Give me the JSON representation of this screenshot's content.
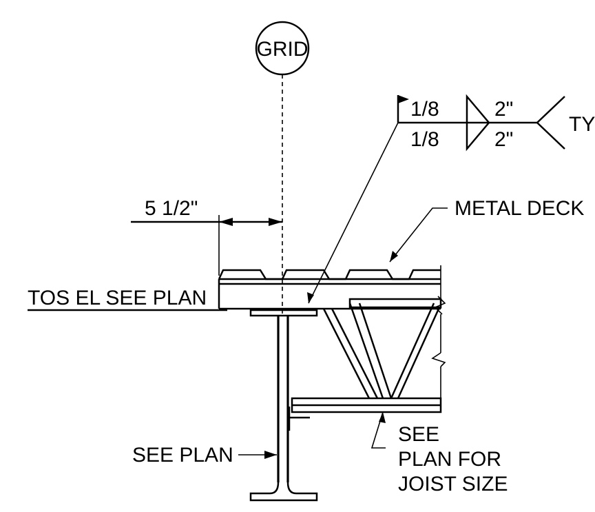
{
  "grid_bubble": "GRID",
  "weld_symbol": {
    "size_top": "1/8",
    "size_bottom": "1/8",
    "length_top": "2\"",
    "length_bottom": "2\"",
    "tail_note": "TYP"
  },
  "dimension": "5 1/2\"",
  "labels": {
    "metal_deck": "METAL DECK",
    "tos_elevation": "TOS EL SEE PLAN",
    "column_note": "SEE PLAN",
    "joist_note_1": "SEE",
    "joist_note_2": "PLAN FOR",
    "joist_note_3": "JOIST SIZE"
  }
}
